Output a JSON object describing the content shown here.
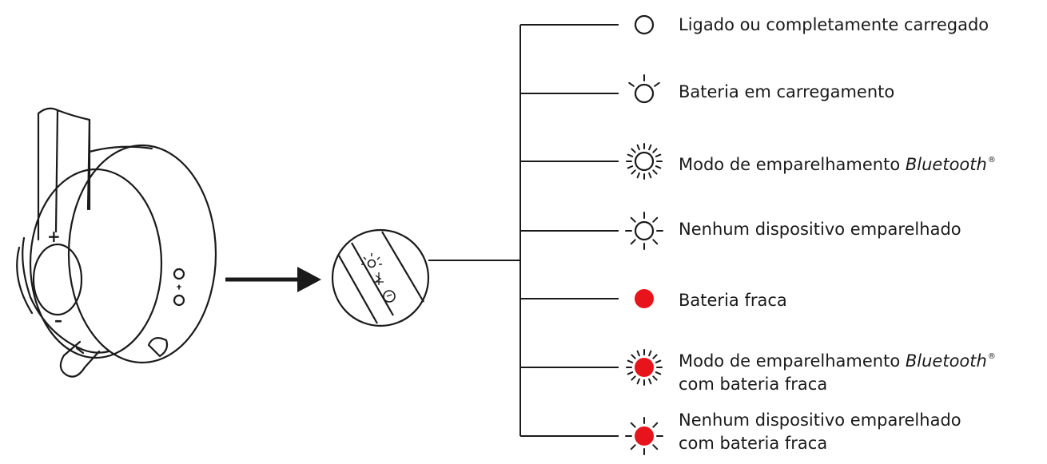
{
  "headset": {
    "volume_up": "+",
    "volume_down": "–"
  },
  "legend": [
    {
      "id": "on",
      "text": "Ligado ou completamente carregado",
      "icon": "led-off-icon"
    },
    {
      "id": "charging",
      "text": "Bateria em carregamento",
      "icon": "led-pulsing-icon"
    },
    {
      "id": "pairing",
      "text_before": "Modo de emparelhamento ",
      "brand": "Bluetooth",
      "reg": "®",
      "icon": "led-fast-blink-icon"
    },
    {
      "id": "no-device",
      "text": "Nenhum dispositivo emparelhado",
      "icon": "led-slow-blink-icon"
    },
    {
      "id": "low-battery",
      "text": "Bateria fraca",
      "icon": "led-red-solid-icon"
    },
    {
      "id": "pairing-low",
      "text_before": "Modo de emparelhamento ",
      "brand": "Bluetooth",
      "reg": "®",
      "line2": "com bateria fraca",
      "icon": "led-red-fast-blink-icon"
    },
    {
      "id": "no-device-low",
      "text": "Nenhum dispositivo emparelhado",
      "line2": "com bateria fraca",
      "icon": "led-red-slow-blink-icon"
    }
  ],
  "colors": {
    "line": "#1a1a1a",
    "led_red": "#e8141c"
  }
}
